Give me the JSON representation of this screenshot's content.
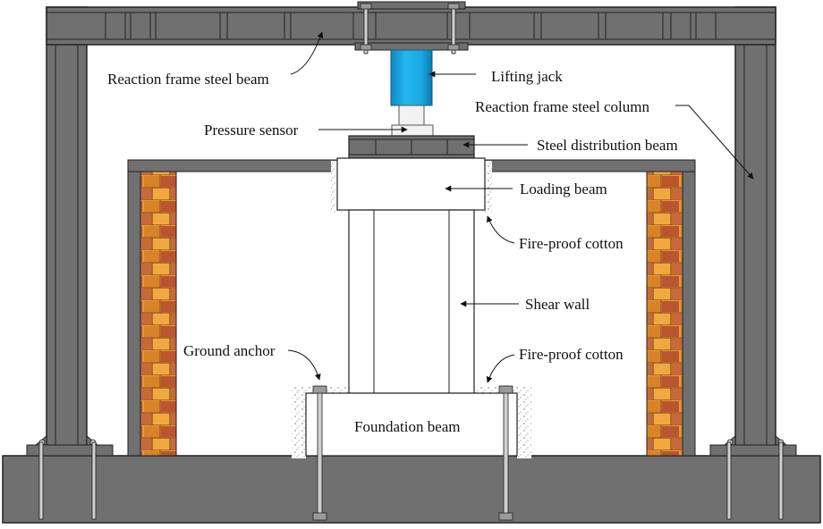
{
  "labels": {
    "reaction_beam": "Reaction frame steel beam",
    "lifting_jack": "Lifting jack",
    "reaction_column": "Reaction frame steel column",
    "pressure_sensor": "Pressure sensor",
    "distribution_beam": "Steel distribution beam",
    "loading_beam": "Loading beam",
    "fireproof_cotton_top": "Fire-proof cotton",
    "shear_wall": "Shear wall",
    "ground_anchor": "Ground anchor",
    "fireproof_cotton_bottom": "Fire-proof cotton",
    "foundation_beam": "Foundation beam"
  },
  "colors": {
    "steel": "#707070",
    "steel_dark": "#4d4d4d",
    "jack": "#19a9e0",
    "brick": "#e0922e",
    "brick_dark": "#a5482c",
    "outline": "#222222",
    "cotton": "#bdbdbd"
  }
}
